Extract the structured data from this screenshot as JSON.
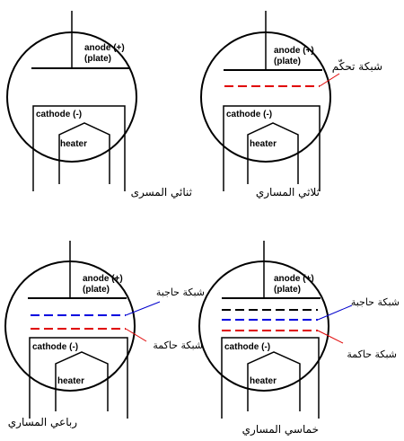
{
  "labels": {
    "anode": "anode (+)",
    "plate": "(plate)",
    "cathode": "cathode (-)",
    "heater": "heater"
  },
  "titles": {
    "diode": "ثنائي المسرى",
    "triode": "ثلاثي المساري",
    "tetrode": "رباعي المساري",
    "pentode": "خماسي المساري"
  },
  "grids": {
    "control": "شبكة تحكّم",
    "screen_tetrode": "شبكة حاجبة",
    "control_tetrode": "شبكة حاكمة",
    "screen_pentode": "شبكة حاجبة",
    "control_pentode": "شبكة حاكمة"
  },
  "colors": {
    "control_grid": "#e00000",
    "screen_grid": "#0000e0",
    "suppressor_grid": "#000000",
    "leader_line": "#0000cc"
  }
}
